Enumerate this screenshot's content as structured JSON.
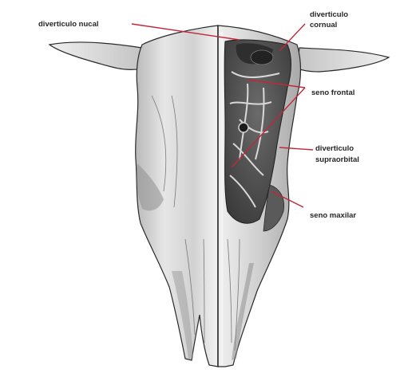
{
  "labels": {
    "diverticulo_nucal": "diverticulo nucal",
    "diverticulo_cornual_line1": "diverticulo",
    "diverticulo_cornual_line2": "cornual",
    "seno_frontal": "seno frontal",
    "diverticulo_supraorbital_line1": "diverticulo",
    "diverticulo_supraorbital_line2": "supraorbital",
    "seno_maxilar": "seno maxilar"
  },
  "colors": {
    "leader_line": "#c0283a",
    "bone_light": "#ebebeb",
    "bone_shadow": "#9a9a9a",
    "sinus_dark": "#4a4a4a",
    "outline": "#2a2a2a",
    "label_text": "#262626"
  }
}
